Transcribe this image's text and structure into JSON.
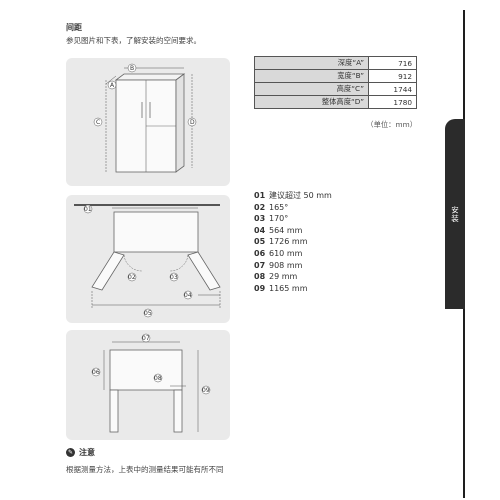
{
  "section": {
    "title": "间距",
    "description": "参见图片和下表，了解安装的空间要求。"
  },
  "diagram1": {
    "labels": [
      "A",
      "B",
      "C",
      "D"
    ]
  },
  "diagram2": {
    "labels": [
      "01",
      "02",
      "03",
      "04",
      "05"
    ]
  },
  "diagram3": {
    "labels": [
      "06",
      "07",
      "08",
      "09"
    ]
  },
  "dimension_table": {
    "rows": [
      {
        "label": "深度“A”",
        "value": "716"
      },
      {
        "label": "宽度“B”",
        "value": "912"
      },
      {
        "label": "高度“C”",
        "value": "1744"
      },
      {
        "label": "整体高度“D”",
        "value": "1780"
      }
    ],
    "unit": "（单位：mm）"
  },
  "specs": [
    {
      "num": "01",
      "text": "建议超过 50 mm"
    },
    {
      "num": "02",
      "text": "165°"
    },
    {
      "num": "03",
      "text": "170°"
    },
    {
      "num": "04",
      "text": "564 mm"
    },
    {
      "num": "05",
      "text": "1726 mm"
    },
    {
      "num": "06",
      "text": "610 mm"
    },
    {
      "num": "07",
      "text": "908 mm"
    },
    {
      "num": "08",
      "text": "29 mm"
    },
    {
      "num": "09",
      "text": "1165 mm"
    }
  ],
  "side_tab": {
    "label": "安装"
  },
  "note": {
    "heading": "注意",
    "text": "根据测量方法，上表中的测量结果可能有所不同"
  },
  "colors": {
    "diagram_bg": "#eaeaea",
    "side_tab_bg": "#2b2b2b",
    "table_header_bg": "#d9d9d9"
  }
}
